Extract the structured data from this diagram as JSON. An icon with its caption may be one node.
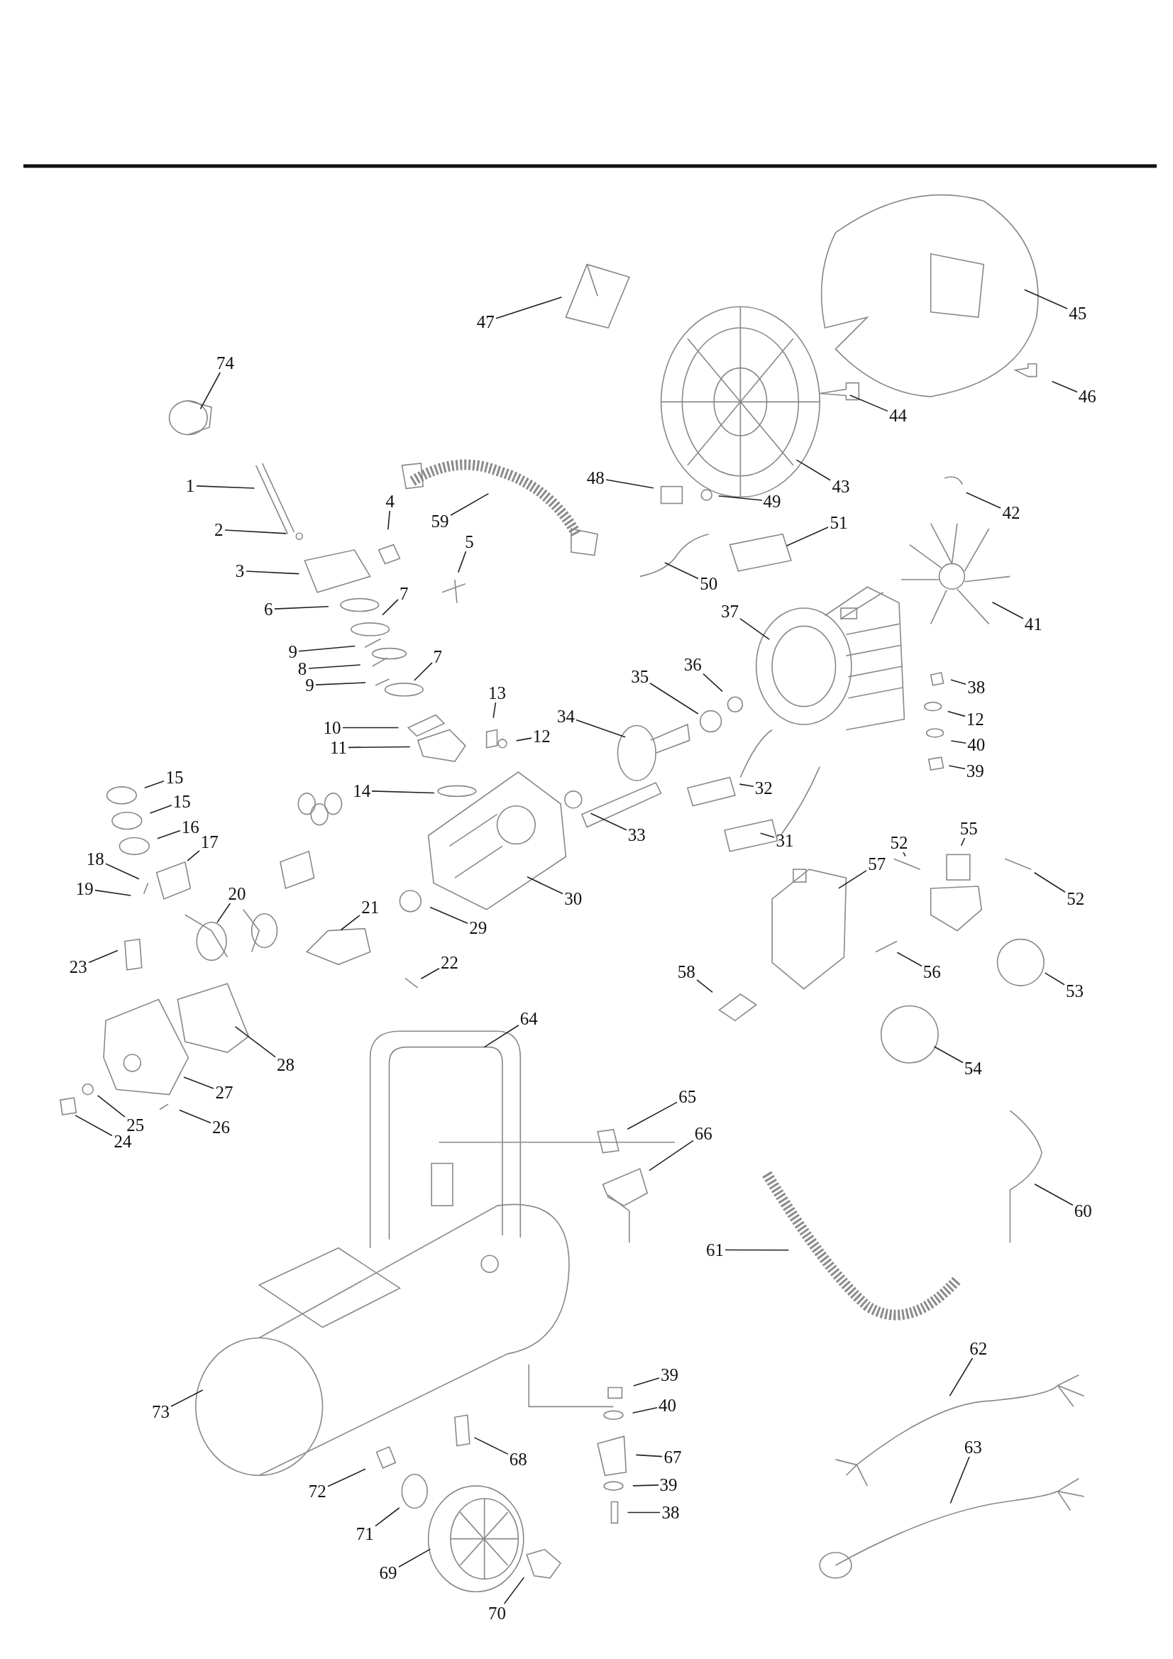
{
  "diagram": {
    "nodes": [
      {
        "text": [
          "74"
        ]
      },
      {
        "text": [
          "1"
        ]
      },
      {
        "text": [
          "2"
        ]
      },
      {
        "text": [
          "3"
        ]
      },
      {
        "text": [
          "4"
        ]
      },
      {
        "text": [
          "59"
        ]
      },
      {
        "text": [
          "47"
        ]
      },
      {
        "text": [
          "48"
        ]
      },
      {
        "text": [
          "49"
        ]
      },
      {
        "text": [
          "43"
        ]
      },
      {
        "text": [
          "45"
        ]
      },
      {
        "text": [
          "44"
        ]
      },
      {
        "text": [
          "46"
        ]
      },
      {
        "text": [
          "42"
        ]
      },
      {
        "text": [
          "51"
        ]
      },
      {
        "text": [
          "50"
        ]
      },
      {
        "text": [
          "5"
        ]
      },
      {
        "text": [
          "6"
        ]
      },
      {
        "text": [
          "7"
        ]
      },
      {
        "text": [
          "9"
        ]
      },
      {
        "text": [
          "8"
        ]
      },
      {
        "text": [
          "7"
        ]
      },
      {
        "text": [
          "9"
        ]
      },
      {
        "text": [
          "41"
        ]
      },
      {
        "text": [
          "37"
        ]
      },
      {
        "text": [
          "36"
        ]
      },
      {
        "text": [
          "35"
        ]
      },
      {
        "text": [
          "34"
        ]
      },
      {
        "text": [
          "38"
        ]
      },
      {
        "text": [
          "12"
        ]
      },
      {
        "text": [
          "40"
        ]
      },
      {
        "text": [
          "39"
        ]
      },
      {
        "text": [
          "13"
        ]
      },
      {
        "text": [
          "12"
        ]
      },
      {
        "text": [
          "10"
        ]
      },
      {
        "text": [
          "11"
        ]
      },
      {
        "text": [
          "14"
        ]
      },
      {
        "text": [
          "32"
        ]
      },
      {
        "text": [
          "33"
        ]
      },
      {
        "text": [
          "31"
        ]
      },
      {
        "text": [
          "15"
        ]
      },
      {
        "text": [
          "15"
        ]
      },
      {
        "text": [
          "16"
        ]
      },
      {
        "text": [
          "17"
        ]
      },
      {
        "text": [
          "18"
        ]
      },
      {
        "text": [
          "19"
        ]
      },
      {
        "text": [
          "20"
        ]
      },
      {
        "text": [
          "30"
        ]
      },
      {
        "text": [
          "21"
        ]
      },
      {
        "text": [
          "29"
        ]
      },
      {
        "text": [
          "55"
        ]
      },
      {
        "text": [
          "52"
        ]
      },
      {
        "text": [
          "52"
        ]
      },
      {
        "text": [
          "57"
        ]
      },
      {
        "text": [
          "23"
        ]
      },
      {
        "text": [
          "22"
        ]
      },
      {
        "text": [
          "58"
        ]
      },
      {
        "text": [
          "56"
        ]
      },
      {
        "text": [
          "53"
        ]
      },
      {
        "text": [
          "64"
        ]
      },
      {
        "text": [
          "28"
        ]
      },
      {
        "text": [
          "54"
        ]
      },
      {
        "text": [
          "27"
        ]
      },
      {
        "text": [
          "25"
        ]
      },
      {
        "text": [
          "26"
        ]
      },
      {
        "text": [
          "24"
        ]
      },
      {
        "text": [
          "65"
        ]
      },
      {
        "text": [
          "66"
        ]
      },
      {
        "text": [
          "60"
        ]
      },
      {
        "text": [
          "61"
        ]
      },
      {
        "text": [
          "62"
        ]
      },
      {
        "text": [
          "63"
        ]
      },
      {
        "text": [
          "39"
        ]
      },
      {
        "text": [
          "40"
        ]
      },
      {
        "text": [
          "67"
        ]
      },
      {
        "text": [
          "39"
        ]
      },
      {
        "text": [
          "38"
        ]
      },
      {
        "text": [
          "68"
        ]
      },
      {
        "text": [
          "73"
        ]
      },
      {
        "text": [
          "72"
        ]
      },
      {
        "text": [
          "71"
        ]
      },
      {
        "text": [
          "69"
        ]
      },
      {
        "text": [
          "70"
        ]
      }
    ],
    "edges": [
      {
        "from": 0,
        "to": null,
        "arrow": "none"
      },
      {
        "from": 1,
        "to": null,
        "arrow": "none"
      },
      {
        "from": 2,
        "to": null,
        "arrow": "none"
      },
      {
        "from": 3,
        "to": null,
        "arrow": "none"
      },
      {
        "from": 4,
        "to": null,
        "arrow": "none"
      },
      {
        "from": 5,
        "to": null,
        "arrow": "none"
      },
      {
        "from": 6,
        "to": null,
        "arrow": "none"
      },
      {
        "from": 7,
        "to": null,
        "arrow": "none"
      },
      {
        "from": 8,
        "to": null,
        "arrow": "none"
      },
      {
        "from": 9,
        "to": null,
        "arrow": "none"
      },
      {
        "from": 10,
        "to": null,
        "arrow": "none"
      },
      {
        "from": 11,
        "to": null,
        "arrow": "none"
      },
      {
        "from": 12,
        "to": null,
        "arrow": "none"
      },
      {
        "from": 13,
        "to": null,
        "arrow": "none"
      },
      {
        "from": 14,
        "to": null,
        "arrow": "none"
      },
      {
        "from": 15,
        "to": null,
        "arrow": "none"
      },
      {
        "from": 16,
        "to": null,
        "arrow": "none"
      },
      {
        "from": 17,
        "to": null,
        "arrow": "none"
      },
      {
        "from": 18,
        "to": null,
        "arrow": "none"
      },
      {
        "from": 19,
        "to": null,
        "arrow": "none"
      },
      {
        "from": 20,
        "to": null,
        "arrow": "none"
      },
      {
        "from": 21,
        "to": null,
        "arrow": "none"
      },
      {
        "from": 22,
        "to": null,
        "arrow": "none"
      },
      {
        "from": 23,
        "to": null,
        "arrow": "none"
      },
      {
        "from": 24,
        "to": null,
        "arrow": "none"
      },
      {
        "from": 25,
        "to": null,
        "arrow": "none"
      },
      {
        "from": 26,
        "to": null,
        "arrow": "none"
      },
      {
        "from": 27,
        "to": null,
        "arrow": "none"
      },
      {
        "from": 28,
        "to": null,
        "arrow": "none"
      },
      {
        "from": 29,
        "to": null,
        "arrow": "none"
      },
      {
        "from": 30,
        "to": null,
        "arrow": "none"
      },
      {
        "from": 31,
        "to": null,
        "arrow": "none"
      },
      {
        "from": 32,
        "to": null,
        "arrow": "none"
      },
      {
        "from": 33,
        "to": null,
        "arrow": "none"
      },
      {
        "from": 34,
        "to": null,
        "arrow": "none"
      },
      {
        "from": 35,
        "to": null,
        "arrow": "none"
      },
      {
        "from": 36,
        "to": null,
        "arrow": "none"
      },
      {
        "from": 37,
        "to": null,
        "arrow": "none"
      },
      {
        "from": 38,
        "to": null,
        "arrow": "none"
      },
      {
        "from": 39,
        "to": null,
        "arrow": "none"
      },
      {
        "from": 40,
        "to": null,
        "arrow": "none"
      },
      {
        "from": 41,
        "to": null,
        "arrow": "none"
      },
      {
        "from": 42,
        "to": null,
        "arrow": "none"
      },
      {
        "from": 43,
        "to": null,
        "arrow": "none"
      },
      {
        "from": 44,
        "to": null,
        "arrow": "none"
      },
      {
        "from": 45,
        "to": null,
        "arrow": "none"
      },
      {
        "from": 46,
        "to": null,
        "arrow": "none"
      },
      {
        "from": 47,
        "to": null,
        "arrow": "none"
      },
      {
        "from": 48,
        "to": null,
        "arrow": "none"
      },
      {
        "from": 49,
        "to": null,
        "arrow": "none"
      },
      {
        "from": 50,
        "to": null,
        "arrow": "none"
      },
      {
        "from": 51,
        "to": null,
        "arrow": "none"
      },
      {
        "from": 52,
        "to": null,
        "arrow": "none"
      },
      {
        "from": 53,
        "to": null,
        "arrow": "none"
      },
      {
        "from": 54,
        "to": null,
        "arrow": "none"
      },
      {
        "from": 55,
        "to": null,
        "arrow": "none"
      },
      {
        "from": 56,
        "to": null,
        "arrow": "none"
      },
      {
        "from": 57,
        "to": null,
        "arrow": "none"
      },
      {
        "from": 58,
        "to": null,
        "arrow": "none"
      },
      {
        "from": 59,
        "to": null,
        "arrow": "none"
      },
      {
        "from": 60,
        "to": null,
        "arrow": "none"
      },
      {
        "from": 61,
        "to": null,
        "arrow": "none"
      },
      {
        "from": 62,
        "to": null,
        "arrow": "none"
      },
      {
        "from": 63,
        "to": null,
        "arrow": "none"
      },
      {
        "from": 64,
        "to": null,
        "arrow": "none"
      },
      {
        "from": 65,
        "to": null,
        "arrow": "none"
      },
      {
        "from": 66,
        "to": null,
        "arrow": "none"
      },
      {
        "from": 67,
        "to": null,
        "arrow": "none"
      },
      {
        "from": 68,
        "to": null,
        "arrow": "none"
      },
      {
        "from": 69,
        "to": null,
        "arrow": "none"
      },
      {
        "from": 70,
        "to": null,
        "arrow": "none"
      },
      {
        "from": 71,
        "to": null,
        "arrow": "none"
      },
      {
        "from": 72,
        "to": null,
        "arrow": "none"
      },
      {
        "from": 73,
        "to": null,
        "arrow": "none"
      },
      {
        "from": 74,
        "to": null,
        "arrow": "none"
      },
      {
        "from": 75,
        "to": null,
        "arrow": "none"
      },
      {
        "from": 76,
        "to": null,
        "arrow": "none"
      },
      {
        "from": 77,
        "to": null,
        "arrow": "none"
      },
      {
        "from": 78,
        "to": null,
        "arrow": "none"
      },
      {
        "from": 79,
        "to": null,
        "arrow": "none"
      },
      {
        "from": 80,
        "to": null,
        "arrow": "none"
      },
      {
        "from": 81,
        "to": null,
        "arrow": "none"
      },
      {
        "from": 82,
        "to": null,
        "arrow": "none"
      }
    ]
  }
}
